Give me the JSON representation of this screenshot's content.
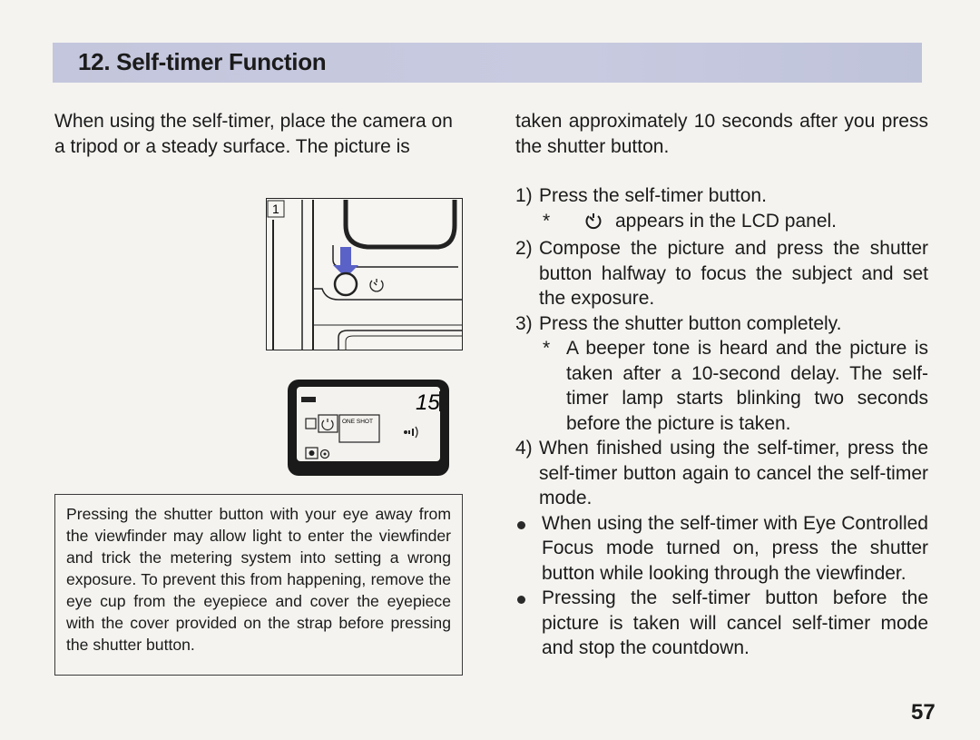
{
  "section": {
    "title": "12. Self-timer Function"
  },
  "left_column": {
    "intro": "When using the self-timer, place the camera on a tripod or a steady surface. The picture is",
    "figure": {
      "number": "1",
      "lcd": {
        "counter": "15",
        "mode_label": "ONE SHOT"
      }
    },
    "note": "Pressing the shutter button with your eye away from the viewfinder may allow light to enter the viewfinder and trick the metering system into setting a wrong exposure. To prevent this from happening, remove the eye cup from the eyepiece and cover the eyepiece with the cover provided on the strap before pressing the shutter button."
  },
  "right_column": {
    "intro": "taken approximately 10 seconds after you press the shutter button.",
    "steps": [
      {
        "num": "1)",
        "text": "Press the self-timer button.",
        "notes": [
          {
            "mark": "*",
            "text": "appears in the LCD panel.",
            "icon": "self-timer-icon"
          }
        ]
      },
      {
        "num": "2)",
        "text": "Compose the picture and press the shutter button halfway to focus the subject and set the exposure.",
        "notes": []
      },
      {
        "num": "3)",
        "text": "Press the shutter button completely.",
        "notes": [
          {
            "mark": "*",
            "text": "A beeper tone is heard and the picture is taken after a 10-second delay. The self-timer lamp starts blinking two seconds before the picture is taken."
          }
        ]
      },
      {
        "num": "4)",
        "text": "When finished using the self-timer, press the self-timer button again to cancel the self-timer mode.",
        "notes": []
      }
    ],
    "bullets": [
      "When using the self-timer with Eye Controlled Focus mode turned on, press the shutter button while looking through the viewfinder.",
      "Pressing the self-timer button before the picture is taken will cancel self-timer mode and stop the countdown."
    ]
  },
  "page_number": "57",
  "colors": {
    "header_bar": "#c5c8de",
    "paper": "#f4f3ef",
    "arrow": "#5a62c8",
    "lcd_frame": "#1a1a1a"
  }
}
